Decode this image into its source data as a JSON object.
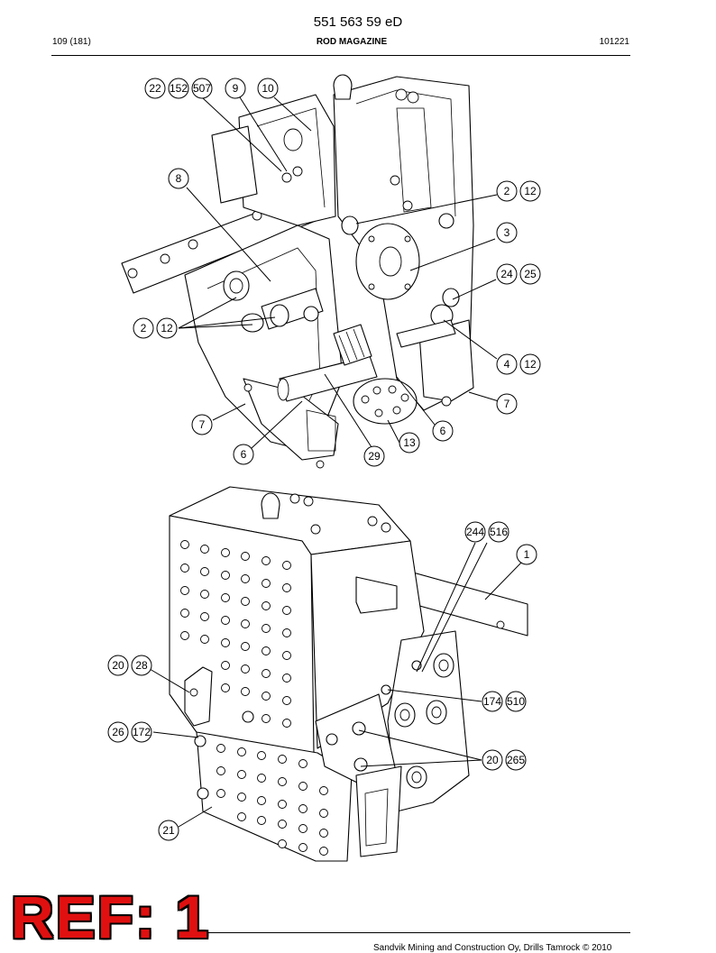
{
  "header": {
    "doc_number": "551 563 59 eD",
    "page": "109 (181)",
    "section_title": "ROD MAGAZINE",
    "date_code": "101221"
  },
  "stamp": {
    "text": "REF: 1",
    "color": "#e01010"
  },
  "footer": {
    "copyright": "Sandvik Mining and Construction Oy, Drills Tamrock © 2010"
  },
  "upper_callouts": [
    "22",
    "152",
    "507",
    "9",
    "10",
    "8",
    "2",
    "12",
    "3",
    "24",
    "25",
    "2",
    "12",
    "4",
    "12",
    "7",
    "7",
    "6",
    "13",
    "6",
    "29"
  ],
  "lower_callouts": [
    "244",
    "516",
    "1",
    "20",
    "28",
    "174",
    "510",
    "26",
    "172",
    "20",
    "265",
    "21"
  ]
}
